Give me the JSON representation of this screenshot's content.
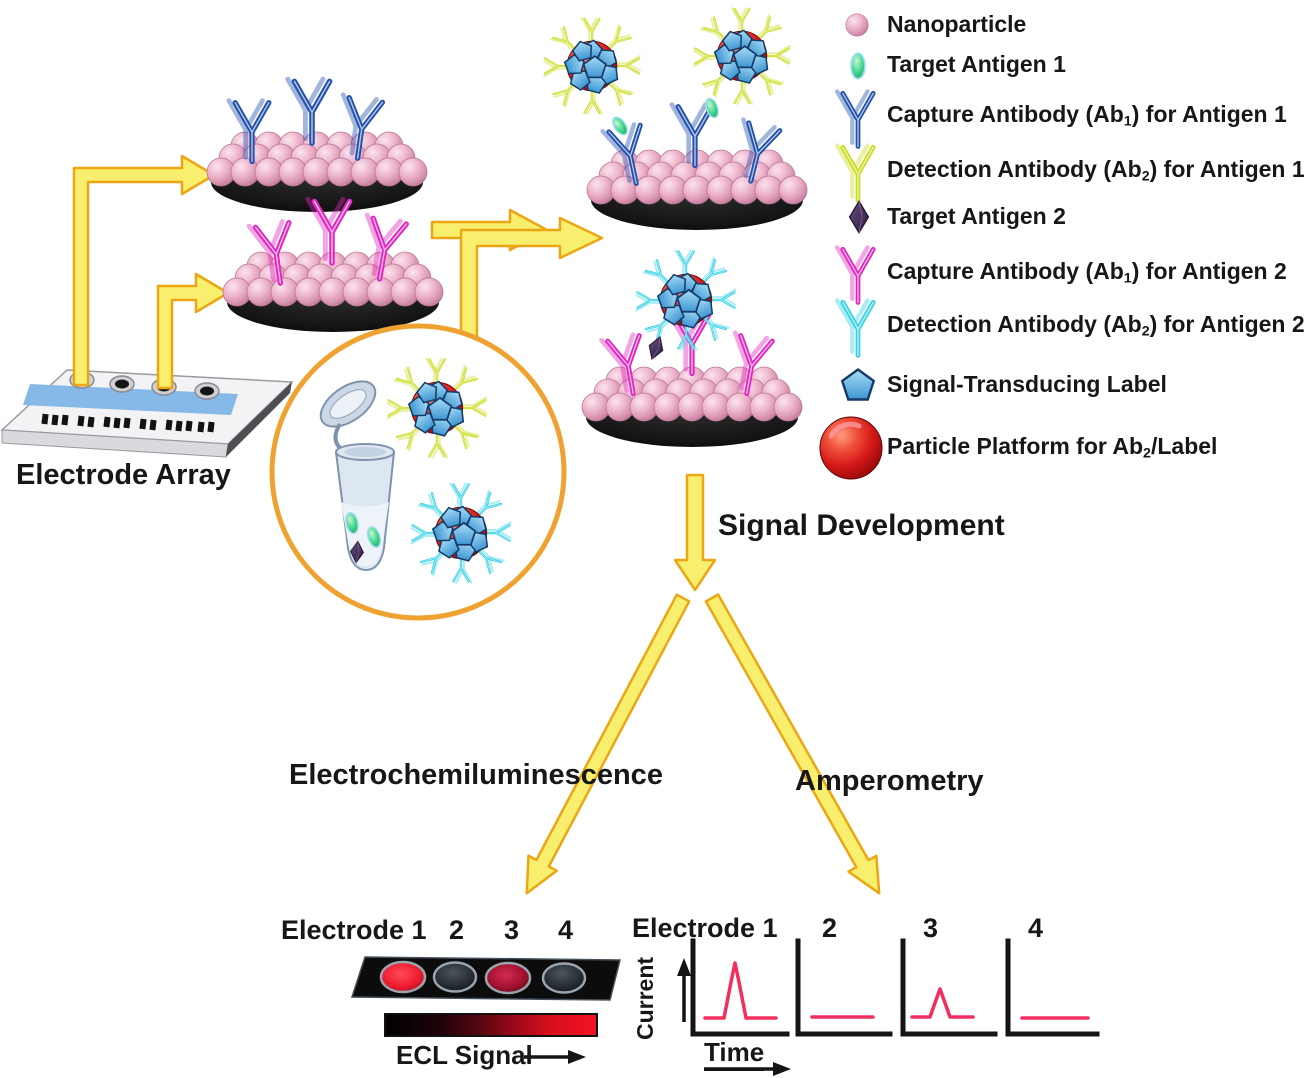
{
  "figure": {
    "electrode_array_label": "Electrode Array",
    "signal_development_label": "Signal Development",
    "ecl_branch_label": "Electrochemiluminescence",
    "amperometry_branch_label": "Amperometry"
  },
  "legend": {
    "items": [
      {
        "icon": "nanoparticle-icon",
        "pre": "Nanoparticle",
        "sub": "",
        "post": ""
      },
      {
        "icon": "target-antigen-1-icon",
        "pre": "Target Antigen 1",
        "sub": "",
        "post": ""
      },
      {
        "icon": "capture-ab1-antigen1-icon",
        "pre": "Capture Antibody (Ab",
        "sub": "1",
        "post": ") for Antigen 1"
      },
      {
        "icon": "detection-ab2-antigen1-icon",
        "pre": "Detection Antibody (Ab",
        "sub": "2",
        "post": ") for Antigen 1"
      },
      {
        "icon": "target-antigen-2-icon",
        "pre": "Target Antigen 2",
        "sub": "",
        "post": ""
      },
      {
        "icon": "capture-ab1-antigen2-icon",
        "pre": "Capture Antibody (Ab",
        "sub": "1",
        "post": ") for Antigen 2"
      },
      {
        "icon": "detection-ab2-antigen2-icon",
        "pre": "Detection Antibody (Ab",
        "sub": "2",
        "post": ") for Antigen 2"
      },
      {
        "icon": "signal-transducing-label-icon",
        "pre": "Signal-Transducing Label",
        "sub": "",
        "post": ""
      },
      {
        "icon": "particle-platform-icon",
        "pre": "Particle Platform for Ab",
        "sub": "2",
        "post": "/Label"
      }
    ]
  },
  "ecl_panel": {
    "electrode_labels": [
      "Electrode 1",
      "2",
      "3",
      "4"
    ],
    "signal_axis_label": "ECL Signal",
    "spot_intensities": [
      "high",
      "none",
      "medium",
      "none"
    ]
  },
  "amperometry_panel": {
    "electrode_labels": [
      "Electrode 1",
      "2",
      "3",
      "4"
    ],
    "ylabel": "Current",
    "xlabel": "Time",
    "relative_peak_heights": [
      1,
      0,
      0.45,
      0
    ]
  },
  "chart_data": [
    {
      "type": "line",
      "title": "Amperometry: current vs time for each electrode",
      "categories": [
        "Electrode 1",
        "Electrode 2",
        "Electrode 3",
        "Electrode 4"
      ],
      "values": [
        1,
        0,
        0.45,
        0
      ],
      "xlabel": "Time",
      "ylabel": "Current",
      "note": "Electrode 1 shows a large current peak, electrode 3 a small peak, electrodes 2 and 4 flat baseline"
    },
    {
      "type": "heatmap",
      "title": "ECL signal of electrode array spots",
      "categories": [
        "Electrode 1",
        "Electrode 2",
        "Electrode 3",
        "Electrode 4"
      ],
      "values": [
        1,
        0,
        0.55,
        0
      ],
      "ylabel": "ECL Signal",
      "note": "Color bar runs black (low) to bright red (high)"
    }
  ]
}
